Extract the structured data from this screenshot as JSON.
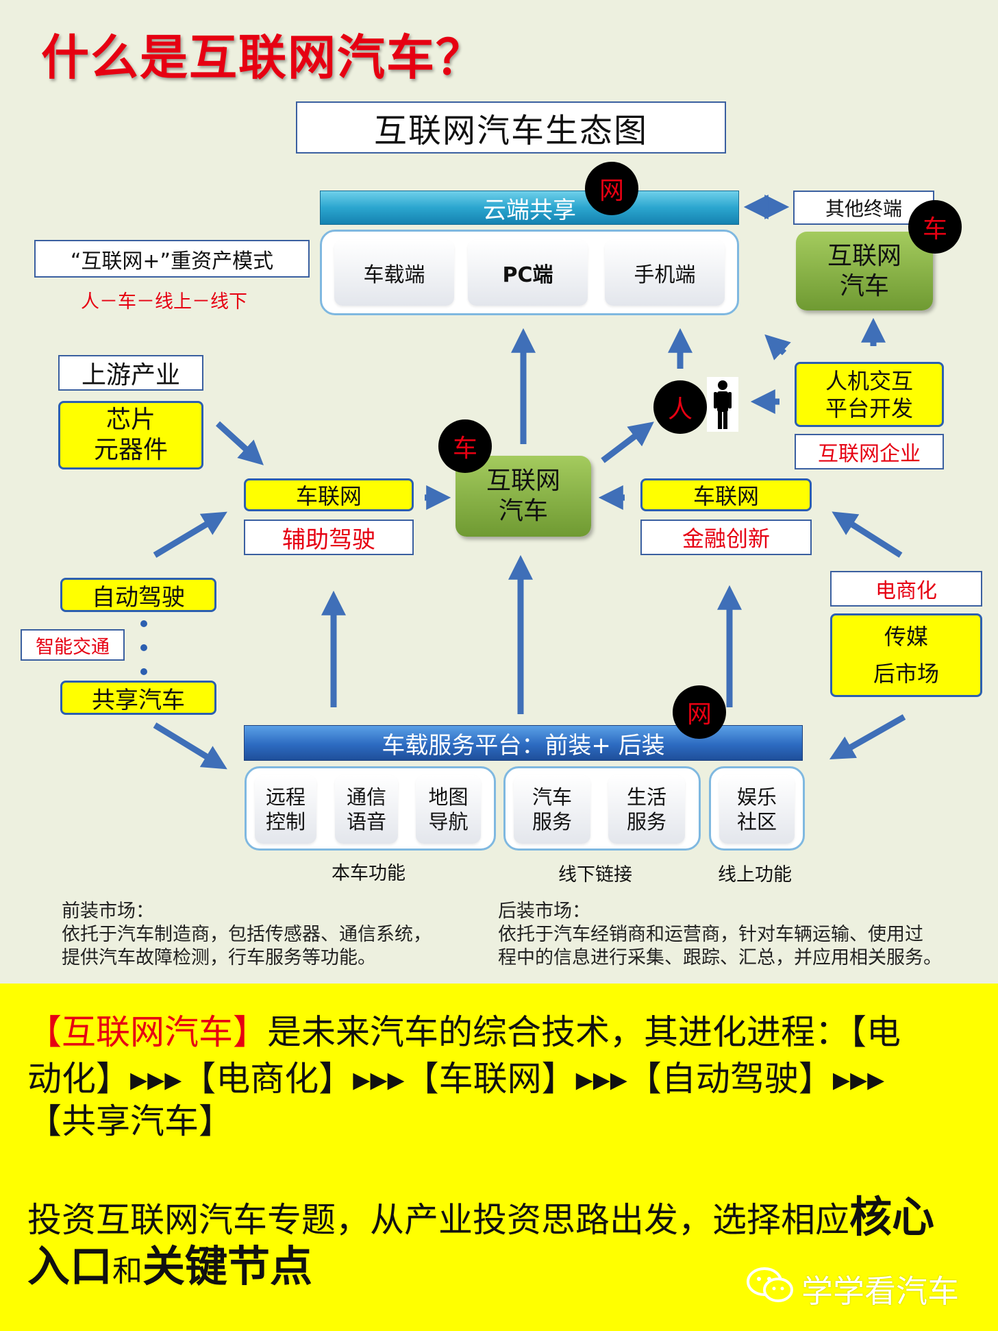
{
  "title": "什么是互联网汽车？",
  "diagram_title": "互联网汽车生态图",
  "cloud": {
    "bar_label": "云端共享",
    "badge": "网",
    "terminals": [
      "车载端",
      "PC端",
      "手机端"
    ]
  },
  "other_terminal": {
    "label": "其他终端",
    "badge": "车",
    "car_label_1": "互联网",
    "car_label_2": "汽车"
  },
  "heavy_model": {
    "label": "“互联网+”重资产模式",
    "sub": "人－车－线上－线下"
  },
  "upstream": {
    "label": "上游产业",
    "box_line1": "芯片",
    "box_line2": "元器件"
  },
  "hmi": {
    "line1": "人机交互",
    "line2": "平台开发",
    "company": "互联网企业"
  },
  "person_badge": "人",
  "center_car": {
    "badge": "车",
    "line1": "互联网",
    "line2": "汽车"
  },
  "left_iov": {
    "label": "车联网",
    "sub": "辅助驾驶"
  },
  "right_iov": {
    "label": "车联网",
    "sub": "金融创新"
  },
  "left_side": {
    "auto": "自动驾驶",
    "traffic": "智能交通",
    "share": "共享汽车"
  },
  "right_side": {
    "ecom": "电商化",
    "box_line1": "传媒",
    "box_line2": "后市场"
  },
  "platform": {
    "bar": "车载服务平台：前装+ 后装",
    "badge": "网",
    "group1": [
      [
        "远程",
        "控制"
      ],
      [
        "通信",
        "语音"
      ],
      [
        "地图",
        "导航"
      ]
    ],
    "group2": [
      [
        "汽车",
        "服务"
      ],
      [
        "生活",
        "服务"
      ]
    ],
    "group3": [
      [
        "娱乐",
        "社区"
      ]
    ],
    "group1_label": "本车功能",
    "group2_label": "线下链接",
    "group3_label": "线上功能"
  },
  "notes": {
    "front_title": "前装市场：",
    "front_1": "依托于汽车制造商，包括传感器、通信系统，",
    "front_2": "提供汽车故障检测，行车服务等功能。",
    "rear_title": "后装市场：",
    "rear_1": "依托于汽车经销商和运营商，针对车辆运输、使用过",
    "rear_2": "程中的信息进行采集、跟踪、汇总，并应用相关服务。"
  },
  "summary": {
    "s1_red": "【互联网汽车】",
    "s1_rest": "是未来汽车的综合技术，其进化进程：【电",
    "s2_a": "动化】",
    "s2_b": "【电商化】",
    "s2_c": "【车联网】",
    "s2_d": "【自动驾驶】",
    "s3": "【共享汽车】",
    "arrow": "▸▸▸",
    "p2_a": "投资互联网汽车专题，从产业投资思路出发，选择相应",
    "p2_bold1": "核心",
    "p2_bold2": "入口",
    "p2_mid": "和",
    "p2_bold3": "关键节点",
    "watermark": "学学看汽车"
  }
}
